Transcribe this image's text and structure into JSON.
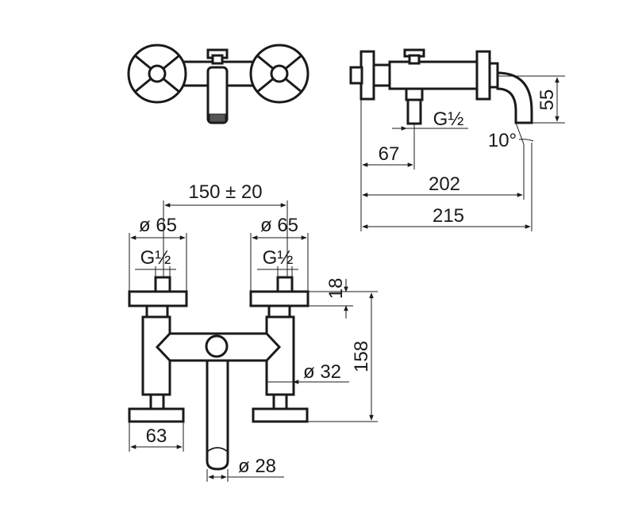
{
  "dimensions": {
    "centers_spacing": "150 ± 20",
    "left_rosette_diameter": "ø 65",
    "right_rosette_diameter": "ø 65",
    "left_thread": "G½",
    "right_thread": "G½",
    "rosette_thickness": "18",
    "total_height": "158",
    "body_diameter": "ø 32",
    "handle_width": "63",
    "spout_diameter": "ø 28",
    "side_thread": "G½",
    "side_depth_67": "67",
    "side_depth_202": "202",
    "side_depth_215": "215",
    "spout_drop": "55",
    "spout_angle": "10°"
  }
}
